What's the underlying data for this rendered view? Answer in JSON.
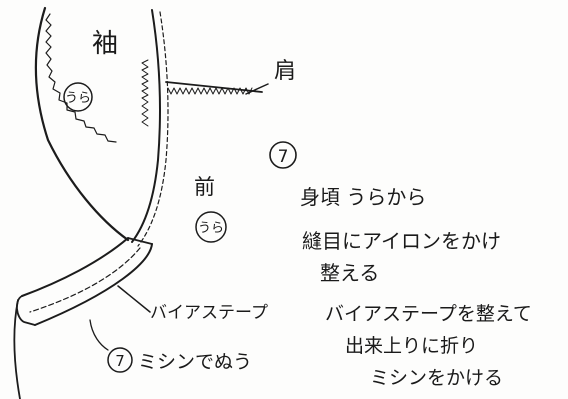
{
  "labels": {
    "sleeve": "袖",
    "sleeve_side": "うら",
    "shoulder": "肩",
    "front": "前",
    "front_side": "うら",
    "step_number": "7",
    "step_number_small": "7",
    "bias_tape": "バイアステープ",
    "sew_note": "ミシンでぬう"
  },
  "instructions": [
    "身頃 うらから",
    "縫目にアイロンをかけ",
    "整える",
    "バイアステープを整えて",
    "出来上りに折り",
    "ミシンをかける"
  ],
  "colors": {
    "ink": "#1c1c1c",
    "paper": "#fdfdfc"
  }
}
